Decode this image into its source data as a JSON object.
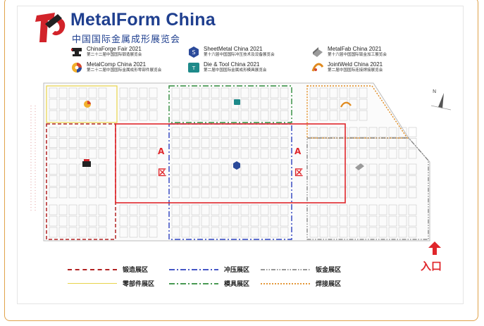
{
  "brand": {
    "title_en": "MetalForm China",
    "title_cn": "中国国际金属成形展览会"
  },
  "shows": [
    {
      "name": "ChinaForge Fair 2021",
      "sub": "第二十二届中国国际锻造展览会",
      "icon": "forge-icon",
      "color": "#222222"
    },
    {
      "name": "SheetMetal China 2021",
      "sub": "第十六届中国国际冲压技术及设备展览会",
      "icon": "sheetmetal-icon",
      "color": "#2b4a9a"
    },
    {
      "name": "MetalFab China 2021",
      "sub": "第十六届中国国际钣金加工展览会",
      "icon": "metalfab-icon",
      "color": "#6b6b6b"
    },
    {
      "name": "MetalComp China 2021",
      "sub": "第二十二届中国国际金属成形零部件展览会",
      "icon": "metalcomp-icon",
      "color": "#d4462f"
    },
    {
      "name": "Die & Tool China 2021",
      "sub": "第二届中国国际金属成形模具展览会",
      "icon": "dietool-icon",
      "color": "#1e8a8a"
    },
    {
      "name": "JointWeld China 2021",
      "sub": "第二届中国国际连接焊接展览会",
      "icon": "jointweld-icon",
      "color": "#e08a1e"
    }
  ],
  "map": {
    "zone_a_left": "A",
    "zone_a_left_suffix": "区",
    "zone_a_right": "A",
    "zone_a_right_suffix": "区",
    "north_label": "N",
    "entrance": "入口"
  },
  "legend": [
    {
      "label": "锻造展区",
      "color": "#b22222",
      "style": "dashed"
    },
    {
      "label": "冲压展区",
      "color": "#2b3fbf",
      "style": "dashdot"
    },
    {
      "label": "钣金展区",
      "color": "#777777",
      "style": "dashdotdot"
    },
    {
      "label": "零部件展区",
      "color": "#e8d44a",
      "style": "solid"
    },
    {
      "label": "模具展区",
      "color": "#2e8b3a",
      "style": "dashdot"
    },
    {
      "label": "焊接展区",
      "color": "#e08a1e",
      "style": "dotted"
    }
  ],
  "colors": {
    "frame_border": "#e0a24a",
    "accent_red": "#e0262b",
    "brand_blue": "#1f3f8f"
  }
}
